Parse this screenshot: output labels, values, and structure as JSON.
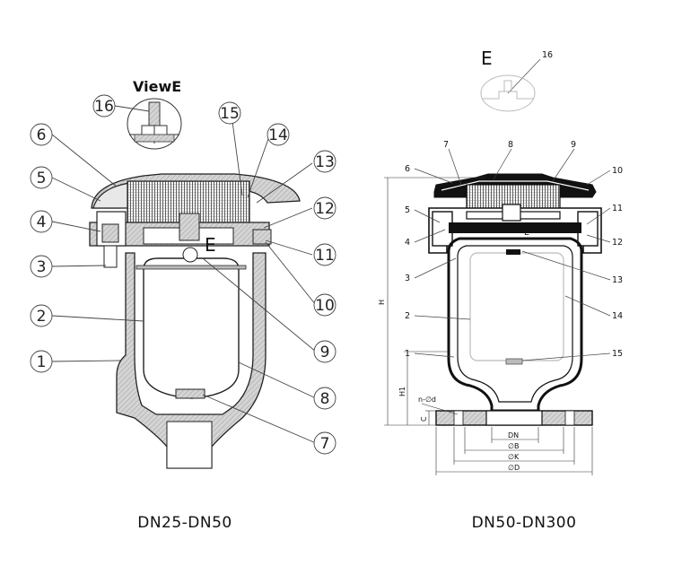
{
  "left_view": {
    "caption": "DN25-DN50",
    "view_title": "ViewE",
    "section_letter": "E",
    "detail_callout": "16",
    "callouts": [
      "1",
      "2",
      "3",
      "4",
      "5",
      "6",
      "7",
      "8",
      "9",
      "10",
      "11",
      "12",
      "13",
      "14",
      "15"
    ]
  },
  "right_view": {
    "caption": "DN50-DN300",
    "detail_letter": "E",
    "section_letter": "E",
    "detail_callout": "16",
    "callouts": [
      "1",
      "2",
      "3",
      "4",
      "5",
      "6",
      "7",
      "8",
      "9",
      "10",
      "11",
      "12",
      "13",
      "14",
      "15"
    ],
    "dimensions": {
      "H": "H",
      "H1": "H1",
      "C": "C",
      "bolt": "n-∅d",
      "DN": "DN",
      "B": "∅B",
      "K": "∅K",
      "D": "∅D"
    }
  }
}
